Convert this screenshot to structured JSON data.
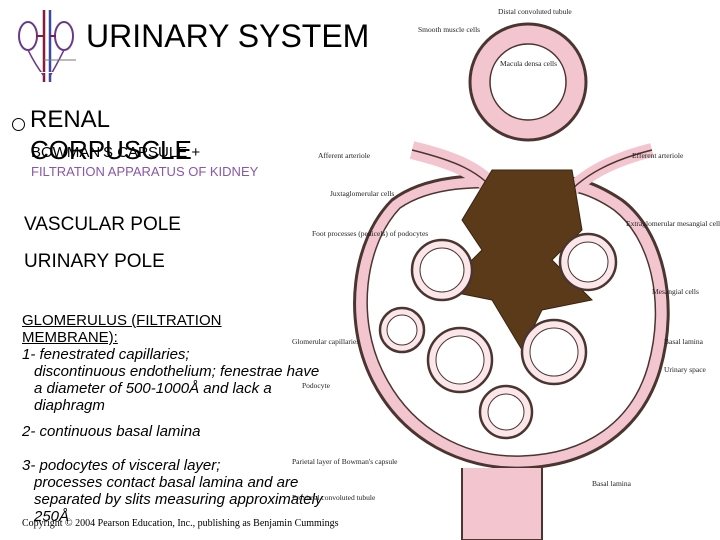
{
  "header": {
    "title": "URINARY SYSTEM",
    "logo_icon": "kidney-vasculature-icon"
  },
  "section": {
    "heading_line1": "RENAL",
    "heading_line2": "CORPUSCLE",
    "overlay_line1": "BOWMAN'S CAPSULE +",
    "overlay_line2": "FILTRATION APPARATUS OF KIDNEY",
    "vascular_pole": "VASCULAR POLE",
    "urinary_pole": "URINARY POLE",
    "glomerulus_heading": "GLOMERULUS (FILTRATION MEMBRANE):",
    "item1": "1- fenestrated capillaries;",
    "item1_detail": "discontinuous endothelium; fenestrae have a diameter of 500-1000Å and lack a diaphragm",
    "item2": "2- continuous basal lamina",
    "item3": "3- podocytes of visceral layer;",
    "item3_detail": "processes contact basal lamina and are separated by slits measuring approximately 250Å"
  },
  "footer": {
    "copyright": "Copyright © 2004 Pearson Education, Inc., publishing as Benjamin Cummings"
  },
  "diagram": {
    "labels": {
      "distal_tubule": "Distal convoluted tubule",
      "smooth_muscle": "Smooth muscle cells",
      "macula_densa": "Macula densa cells",
      "afferent": "Afferent arteriole",
      "efferent": "Efferent arteriole",
      "juxtaglomerular": "Juxtaglomerular cells",
      "foot_processes": "Foot processes (pedicels) of podocytes",
      "extraglomerular": "Extraglomerular mesangial cells",
      "mesangial": "Mesangial cells",
      "glomerular_capillaries": "Glomerular capillaries",
      "basal_lamina": "Basal lamina",
      "urinary_space": "Urinary space",
      "podocyte": "Podocyte",
      "parietal_layer": "Parietal layer of Bowman's capsule",
      "basal_lamina2": "Basal lamina",
      "proximal_tubule": "Proximal convoluted tubule"
    },
    "colors": {
      "capsule_pink": "#f2c5cf",
      "outline_dark": "#4a3530",
      "mesangium_brown": "#5a3a18",
      "capillary_fill": "#fbe6ea"
    }
  }
}
